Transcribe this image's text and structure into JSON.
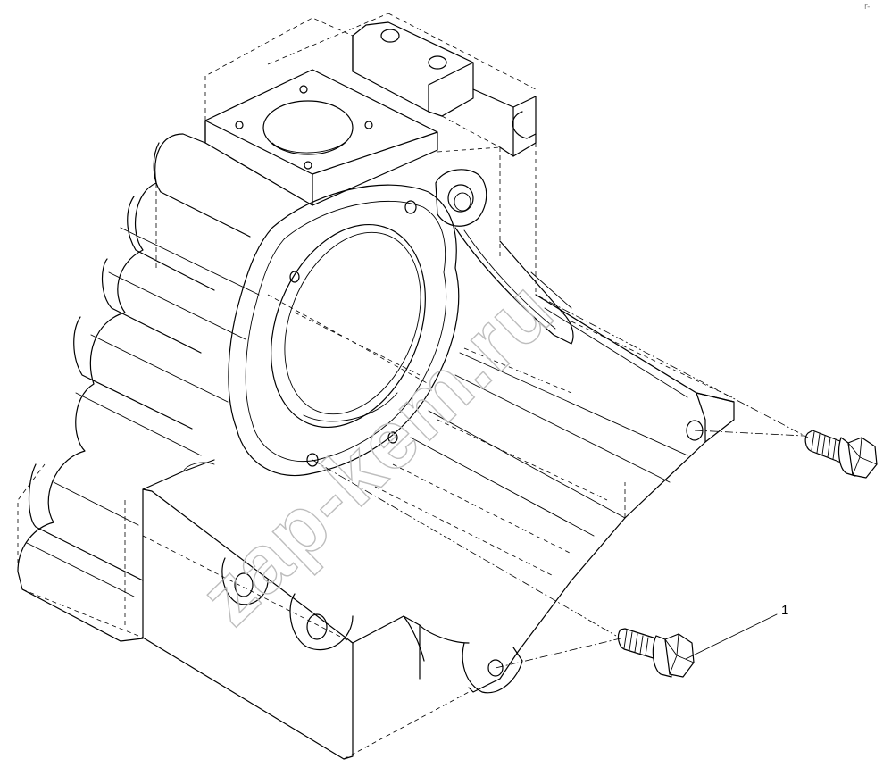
{
  "figure": {
    "callouts": [
      {
        "label": "1"
      }
    ],
    "watermark": "zap-kem.ru",
    "corner_mark": "r-"
  }
}
